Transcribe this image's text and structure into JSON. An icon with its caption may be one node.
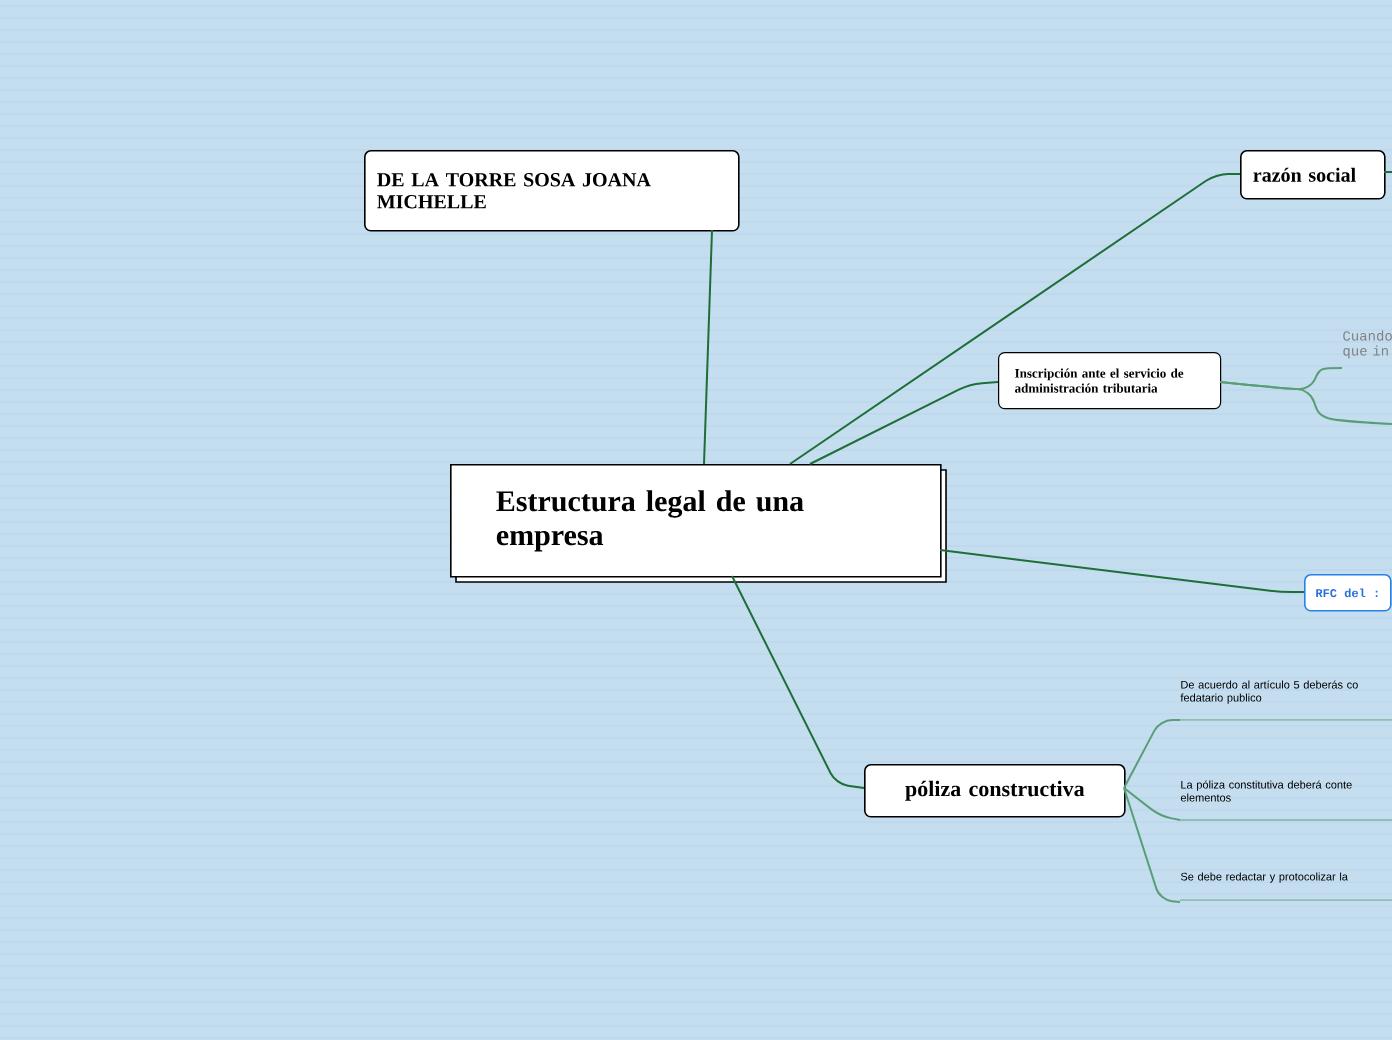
{
  "diagram": {
    "nodes": [
      {
        "text": [
          "Estructura legal de una empresa"
        ]
      },
      {
        "text": [
          "DE LA TORRE SOSA JOANA MICHELLE"
        ]
      },
      {
        "text": [
          "razón social"
        ]
      },
      {
        "text": [
          "Inscripción ante el servicio de administración tributaria"
        ]
      },
      {
        "text": [
          "Cuando que in"
        ]
      },
      {
        "text": [
          "RFC del :"
        ]
      },
      {
        "text": [
          "póliza constructiva"
        ]
      },
      {
        "text": [
          "De acuerdo al artículo 5 deberás co fedatario publico"
        ]
      },
      {
        "text": [
          "La póliza constitutiva deberá conte elementos"
        ]
      },
      {
        "text": [
          "Se debe redactar y protocolizar la"
        ]
      }
    ],
    "edges": [
      {
        "from": 0,
        "to": 1,
        "arrow": "none"
      },
      {
        "from": 0,
        "to": 2,
        "arrow": "none"
      },
      {
        "from": 0,
        "to": 3,
        "arrow": "none"
      },
      {
        "from": 0,
        "to": 5,
        "arrow": "none"
      },
      {
        "from": 0,
        "to": 6,
        "arrow": "none"
      },
      {
        "from": 2,
        "to": null,
        "arrow": "none"
      },
      {
        "from": 3,
        "to": 4,
        "arrow": "none",
        "color": "#5a9e78"
      },
      {
        "from": 3,
        "to": null,
        "arrow": "none",
        "color": "#5a9e78"
      },
      {
        "from": 6,
        "to": 7,
        "arrow": "none",
        "color": "#5a9e78"
      },
      {
        "from": 6,
        "to": 8,
        "arrow": "none",
        "color": "#5a9e78"
      },
      {
        "from": 6,
        "to": 9,
        "arrow": "none",
        "color": "#5a9e78"
      }
    ]
  }
}
